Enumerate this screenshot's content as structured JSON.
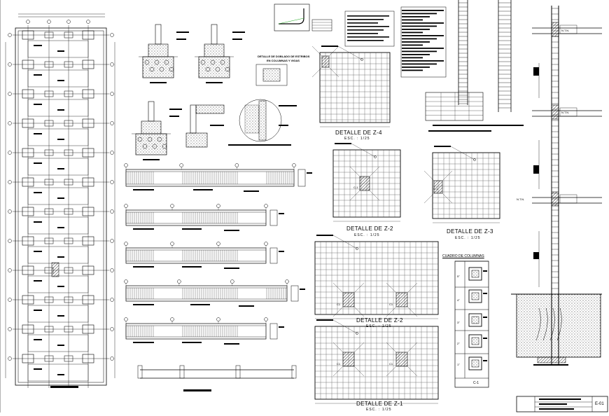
{
  "details": {
    "z4": {
      "title": "DETALLE DE Z-4",
      "scale": "ESC. : 1/25"
    },
    "z2_small": {
      "title": "DETALLE DE Z-2",
      "scale": "ESC. : 1/25"
    },
    "z3": {
      "title": "DETALLE DE Z-3",
      "scale": "ESC. : 1/25"
    },
    "z2_large": {
      "title": "DETALLE DE Z-2",
      "scale": "ESC. : 1/25"
    },
    "z1": {
      "title": "DETALLE DE Z-1",
      "scale": "ESC. : 1/25"
    }
  },
  "column_labels": {
    "c1": "C-1",
    "c1b": "C1"
  },
  "cuadro": {
    "title": "CUADRO DE COLUMNAS",
    "levels": [
      "5°",
      "4°",
      "3°",
      "2°",
      "1°"
    ],
    "footer": "C-1"
  },
  "doblado_title": [
    "DETALLE DE DOBLADO DE ESTRIBOS",
    "EN COLUMNAS Y VIGAS"
  ],
  "level_tags": [
    "N.T.N.",
    "N.T.N.",
    "N.T.N."
  ],
  "sheet_id": "E-01",
  "colors": {
    "line": "#000000",
    "grid": "#444444",
    "background": "#ffffff"
  }
}
